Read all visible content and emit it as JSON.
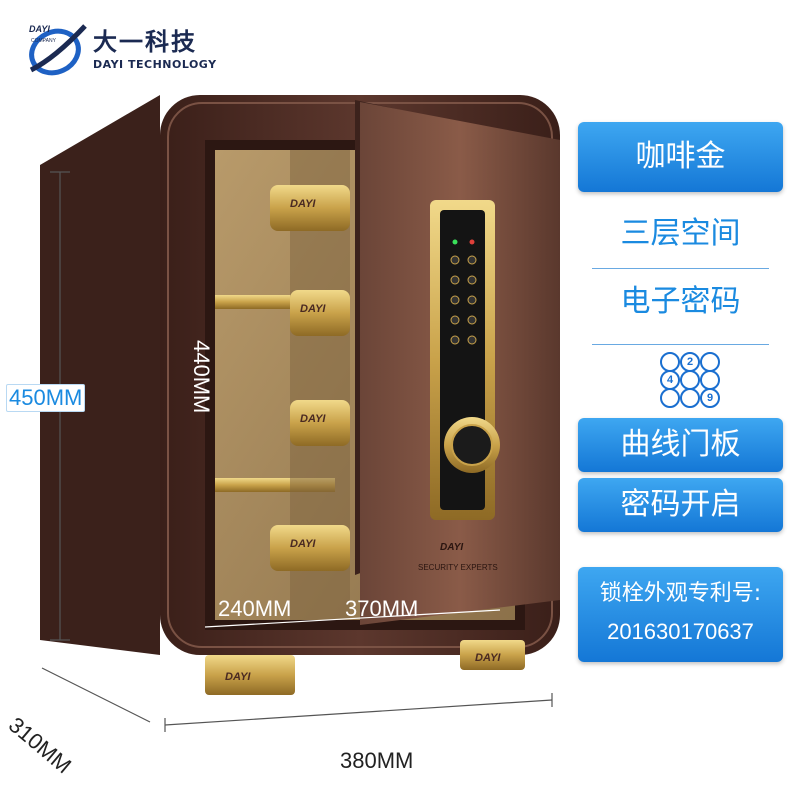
{
  "brand": {
    "name_cn": "大一科技",
    "name_en": "DAYI TECHNOLOGY",
    "mark_text": "DAYI COMPANY",
    "color": "#1b2a52"
  },
  "product": {
    "safe_logo": "DAYI",
    "safe_tagline": "SECURITY EXPERTS",
    "color": "#4a2a22",
    "accent": "#c9a24a"
  },
  "dimensions": {
    "height": "450MM",
    "width": "380MM",
    "depth": "310MM",
    "inner_height": "440MM",
    "inner_depth": "240MM",
    "inner_width": "370MM"
  },
  "features": {
    "color_label": "咖啡金",
    "layers_label": "三层空间",
    "lock_label": "电子密码",
    "keypad_icon_digits": [
      "2",
      "4",
      "9"
    ],
    "door_label": "曲线门板",
    "open_label": "密码开启"
  },
  "patent": {
    "title": "锁栓外观专利号:",
    "number": "201630170637"
  },
  "colors": {
    "accent_blue": "#1a8ae0",
    "pill_blue": "#1477d6"
  }
}
